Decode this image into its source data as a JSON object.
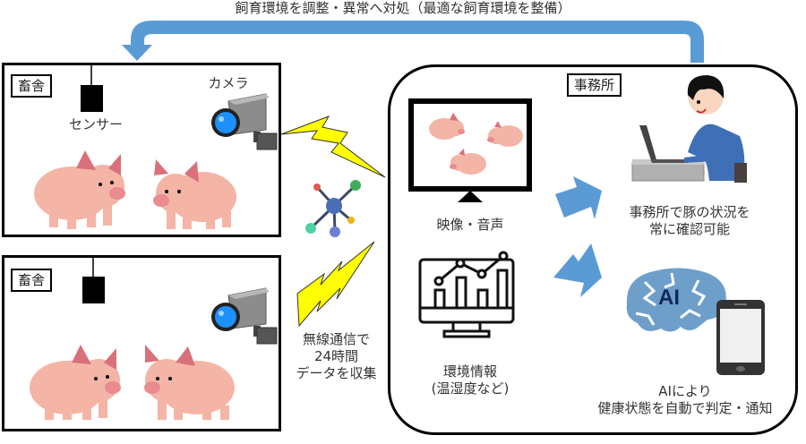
{
  "title": "飼育環境を調整・異常へ対処（最適な飼育環境を整備）",
  "barns": [
    {
      "label": "畜舎",
      "sensor_label": "センサー",
      "camera_label": "カメラ"
    },
    {
      "label": "畜舎"
    }
  ],
  "wireless": {
    "line1": "無線通信で",
    "line2": "24時間",
    "line3": "データを収集"
  },
  "office": {
    "label": "事務所",
    "video_label": "映像・音声",
    "env_label_line1": "環境情報",
    "env_label_line2": "(温湿度など)",
    "monitor_caption_line1": "事務所で豚の状況を",
    "monitor_caption_line2": "常に確認可能",
    "ai_text": "AI",
    "ai_caption_line1": "AIにより",
    "ai_caption_line2": "健康状態を自動で判定・通知"
  },
  "colors": {
    "arrow_blue": "#5b9bd5",
    "lightning_yellow": "#ffff00",
    "pig_pink": "#f4b5a6",
    "pig_ear": "#d9707a",
    "brain_blue": "#6e9fcb",
    "ai_navy": "#14285a",
    "shirt_blue": "#3f6fb6"
  }
}
